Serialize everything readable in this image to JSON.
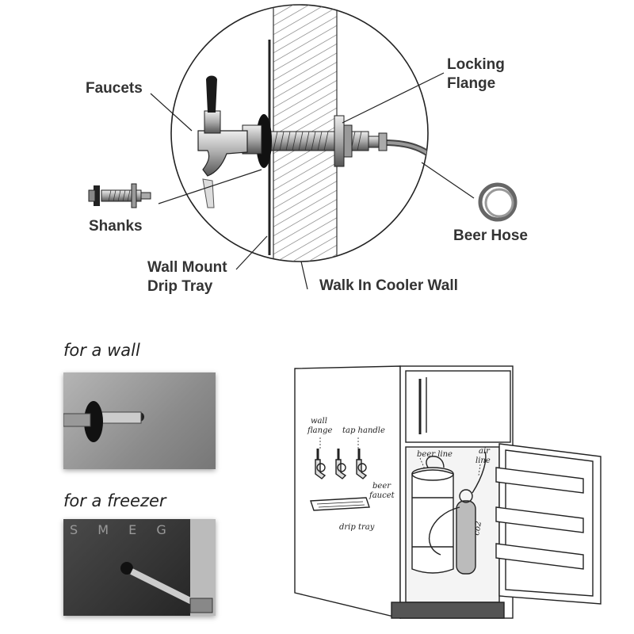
{
  "diagram": {
    "labels": {
      "faucets": "Faucets",
      "locking_flange_line1": "Locking",
      "locking_flange_line2": "Flange",
      "shanks": "Shanks",
      "beer_hose": "Beer Hose",
      "drip_tray_line1": "Wall Mount",
      "drip_tray_line2": "Drip Tray",
      "cooler_wall": "Walk In Cooler Wall"
    }
  },
  "photos": {
    "wall_caption": "for a wall",
    "freezer_caption": "for a freezer",
    "freezer_brand_text": "S M E G"
  },
  "fridge_sketch": {
    "labels": {
      "wall_flange_line1": "wall",
      "wall_flange_line2": "flange",
      "tap_handle": "tap handle",
      "beer_faucet_line1": "beer",
      "beer_faucet_line2": "faucet",
      "drip_tray": "drip tray",
      "beer_line": "beer line",
      "air_line_line1": "air",
      "air_line_line2": "line",
      "co2": "co2"
    }
  },
  "colors": {
    "line": "#222222",
    "wall_hatch": "#666666",
    "metal": "#c8c8c8",
    "photo_wall": "#9a9a9a",
    "photo_freezer": "#3a3a3a"
  }
}
